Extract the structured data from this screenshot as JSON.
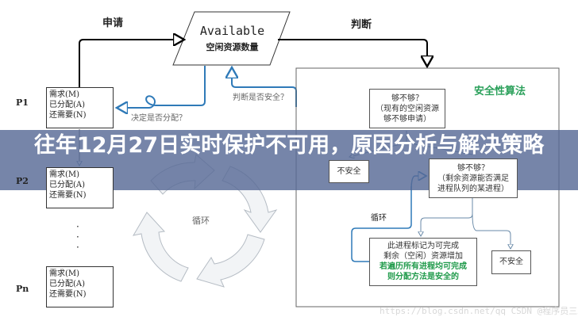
{
  "title": "往年12月27日实时保护不可用，原因分析与解决策略",
  "diagram": {
    "apply_label": "申请",
    "judge_label": "判断",
    "available": {
      "title": "Available",
      "subtitle": "空闲资源数量"
    },
    "decide_label": "决定是否分配？",
    "check_safe_label": "判断是否安全？",
    "cycle_label": "循环",
    "processes": [
      {
        "name": "P1",
        "lines": [
          "需求(M)",
          "已分配(A)",
          "还需要(N)"
        ]
      },
      {
        "name": "P2",
        "lines": [
          "需求(M)",
          "已分配(A)",
          "还需要(N)"
        ]
      },
      {
        "name": "Pn",
        "lines": [
          "需求(M)",
          "已分配(A)",
          "还需要(N)"
        ]
      }
    ],
    "ellipsis": [
      "·",
      "·",
      "·"
    ],
    "safety": {
      "title": "安全性算法",
      "check1": [
        "够不够？",
        "（现有的空闲资源",
        "够不够申请）"
      ],
      "unsafe1": "不安全",
      "check2": [
        "够不够？",
        "（剩余资源能否满足",
        "进程队列的某进程）"
      ],
      "loop_label": "循环",
      "result": [
        "此进程标记为可完成",
        "剩余（空闲）资源增加"
      ],
      "result_green": [
        "若遍历所有进程均可完成",
        "则分配方法是安全的"
      ],
      "unsafe2": "不安全"
    },
    "colors": {
      "green": "#2aa05a",
      "blue": "#2f7ab8",
      "banner": "#586a96"
    }
  },
  "watermark": "https://blog.csdn.net/qq CSDN @程序员三木"
}
